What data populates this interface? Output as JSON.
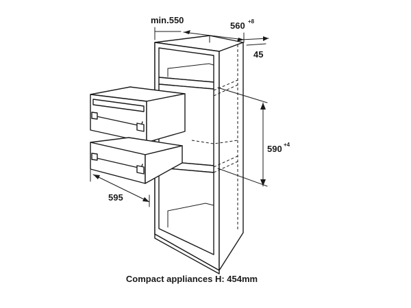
{
  "dimensions": {
    "min_width": "min.550",
    "depth": "560",
    "depth_tolerance": "+8",
    "back_gap": "45",
    "niche_height": "590",
    "niche_height_tolerance": "+4",
    "appliance_width": "595"
  },
  "caption": "Compact appliances H: 454mm"
}
